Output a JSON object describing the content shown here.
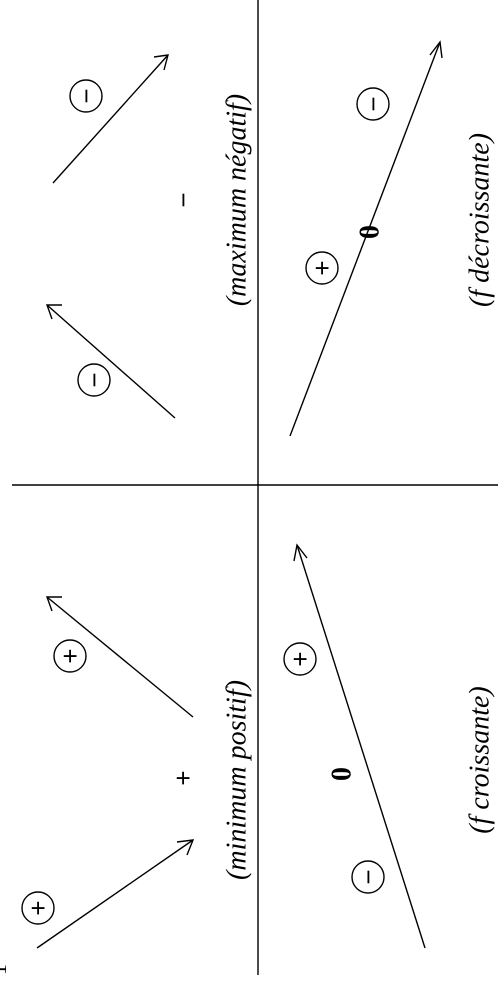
{
  "captions": {
    "top_left": "(minimum positif)",
    "top_right": "(maximum négatif)",
    "bottom_left": "(f croissante)",
    "bottom_right": "(f décroissante)"
  },
  "signs": {
    "plus": "+",
    "minus": "−",
    "zero": "0",
    "mark": "1"
  }
}
